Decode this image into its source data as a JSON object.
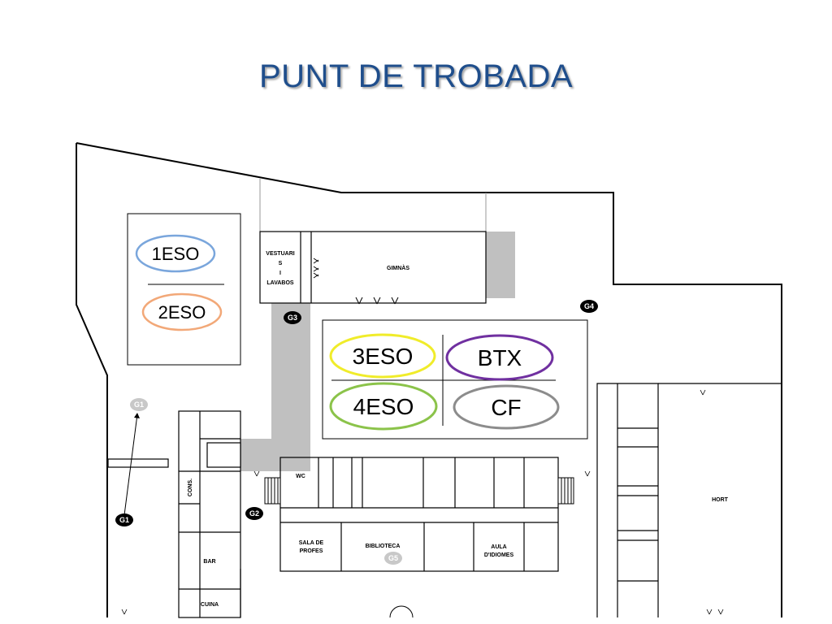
{
  "title": "PUNT DE TROBADA",
  "groups": {
    "g1eso": {
      "label": "1ESO",
      "color": "#7aa6dc"
    },
    "g2eso": {
      "label": "2ESO",
      "color": "#f2a878"
    },
    "g3eso": {
      "label": "3ESO",
      "color": "#f0ec2a"
    },
    "btx": {
      "label": "BTX",
      "color": "#7030a0"
    },
    "g4eso": {
      "label": "4ESO",
      "color": "#8bc34a"
    },
    "cf": {
      "label": "CF",
      "color": "#8c8c8c"
    }
  },
  "rooms": {
    "vestuaris_1": "VESTUARI",
    "vestuaris_2": "S",
    "vestuaris_3": "I",
    "vestuaris_4": "LAVABOS",
    "gimnas": "GIMNÀS",
    "wc": "WC",
    "cons": "CONS.",
    "bar": "BAR",
    "cuina": "CUINA",
    "sala_profes_1": "SALA DE",
    "sala_profes_2": "PROFES",
    "biblioteca": "BIBLIOTECA",
    "aula_1": "AULA",
    "aula_2": "D'IDIOMES",
    "hort": "HORT"
  },
  "markers": {
    "g1": "G1",
    "g1_ghost": "G1",
    "g2": "G2",
    "g3": "G3",
    "g4": "G4",
    "g5": "G5"
  }
}
